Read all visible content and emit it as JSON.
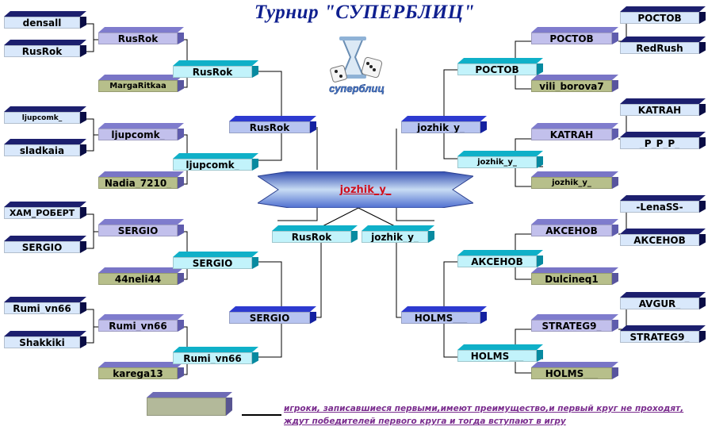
{
  "title": "Турнир \"СУПЕРБЛИЦ\"",
  "logo_text": "суперблиц",
  "winner": "jozhik_y_",
  "finalists": {
    "left": "RusRok",
    "right": "jozhik_y_"
  },
  "left": {
    "r1": [
      "densall",
      "RusRok",
      "ljupcomk_",
      "sladkaia",
      "ХАМ_РОБЕРТ",
      "SERGIO",
      "Rumi_vn66",
      "Shakkiki"
    ],
    "r2": [
      "RusRok",
      "MargaRitkaa",
      "ljupcomk_",
      "Nadia_7210_",
      "SERGIO",
      "44neli44",
      "Rumi_vn66",
      "karega13"
    ],
    "r3": [
      "RusRok",
      "ljupcomk_",
      "SERGIO",
      "Rumi_vn66"
    ],
    "r4": [
      "RusRok",
      "SERGIO"
    ]
  },
  "right": {
    "r1": [
      "РОСТОВ",
      "RedRush",
      "KATRAH",
      "_P_P_P_",
      "-LenaSS-",
      "АКСЕНОВ",
      "AVGUR_",
      "STRATEG9_"
    ],
    "r2": [
      "РОСТОВ",
      "vili_borova7",
      "KATRAH",
      "jozhik_y_",
      "АКСЕНОВ",
      "Dulcineq1",
      "STRATEG9_",
      "HOLMS___"
    ],
    "r3": [
      "РОСТОВ",
      "jozhik_y_",
      "АКСЕНОВ",
      "HOLMS___"
    ],
    "r4": [
      "jozhik_y_",
      "HOLMS___"
    ]
  },
  "empty_slot": "",
  "note": "игроки, записавшиеся первыми,имеют преимущество,и первый круг не проходят, ждут победителей первого круга и тогда вступают в игру",
  "colors": {
    "title": "#0f1f8f",
    "winner": "#d0101e",
    "note": "#7a2d8e"
  }
}
